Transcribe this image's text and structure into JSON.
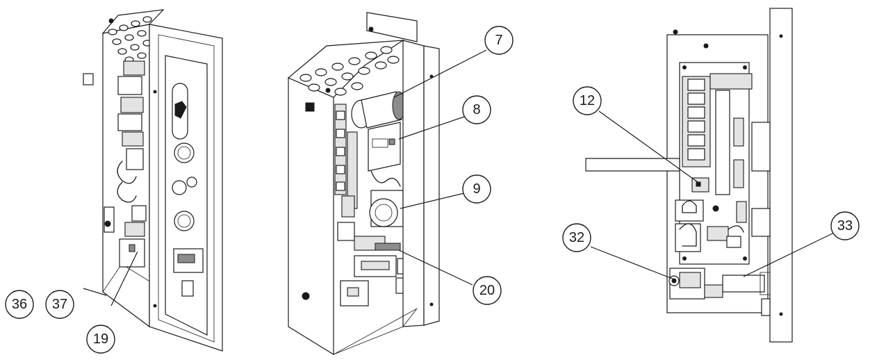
{
  "callouts": [
    {
      "id": "c7",
      "label": "7"
    },
    {
      "id": "c8",
      "label": "8"
    },
    {
      "id": "c9",
      "label": "9"
    },
    {
      "id": "c20",
      "label": "20"
    },
    {
      "id": "c12",
      "label": "12"
    },
    {
      "id": "c32",
      "label": "32"
    },
    {
      "id": "c33",
      "label": "33"
    },
    {
      "id": "c36",
      "label": "36"
    },
    {
      "id": "c37",
      "label": "37"
    },
    {
      "id": "c19",
      "label": "19"
    }
  ]
}
